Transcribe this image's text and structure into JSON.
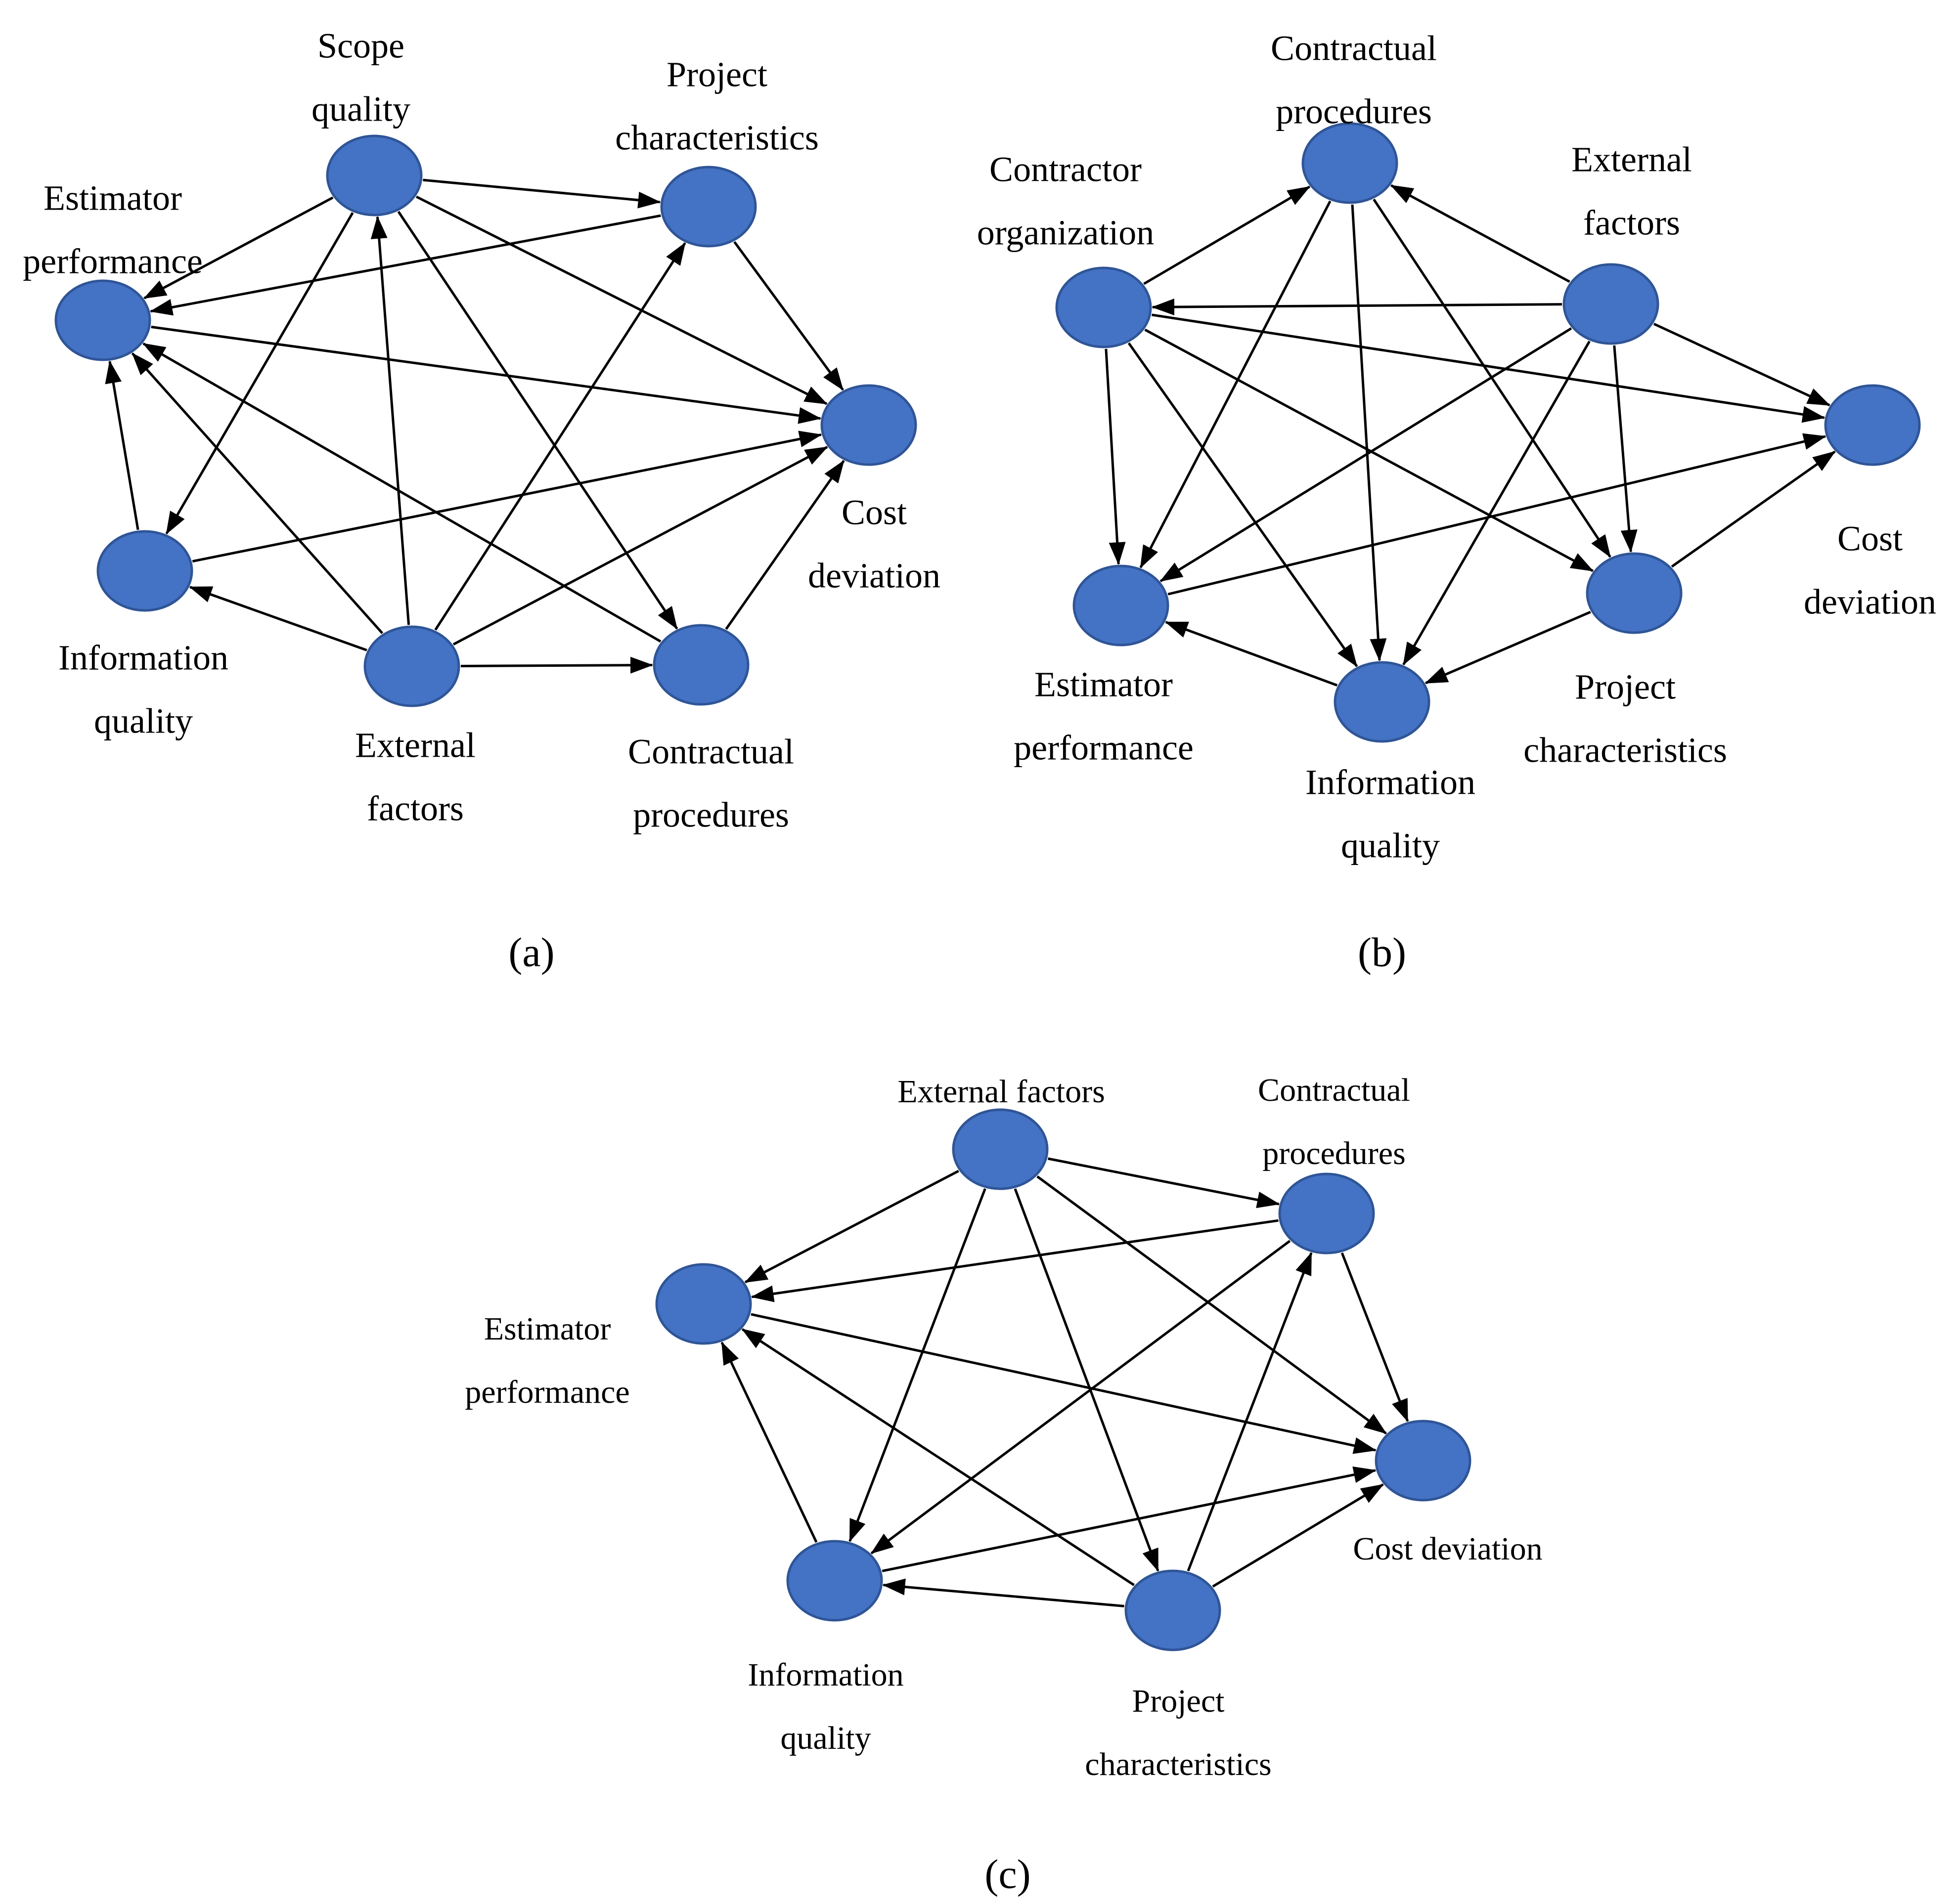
{
  "colors": {
    "node_fill": "#4472C4",
    "node_stroke": "#2F5597",
    "edge": "#000000"
  },
  "panels": [
    {
      "caption": "(a)",
      "nodes": [
        {
          "id": "scope",
          "label": [
            "Scope",
            "quality"
          ]
        },
        {
          "id": "proj",
          "label": [
            "Project",
            "characteristics"
          ]
        },
        {
          "id": "est",
          "label": [
            "Estimator",
            "performance"
          ]
        },
        {
          "id": "cost",
          "label": [
            "Cost",
            "deviation"
          ]
        },
        {
          "id": "info",
          "label": [
            "Information",
            "quality"
          ]
        },
        {
          "id": "ext",
          "label": [
            "External",
            "factors"
          ]
        },
        {
          "id": "contr",
          "label": [
            "Contractual",
            "procedures"
          ]
        }
      ],
      "edges": [
        [
          "scope",
          "proj"
        ],
        [
          "scope",
          "est"
        ],
        [
          "scope",
          "info"
        ],
        [
          "scope",
          "cost"
        ],
        [
          "scope",
          "contr"
        ],
        [
          "proj",
          "est"
        ],
        [
          "proj",
          "cost"
        ],
        [
          "est",
          "cost"
        ],
        [
          "info",
          "est"
        ],
        [
          "info",
          "cost"
        ],
        [
          "ext",
          "scope"
        ],
        [
          "ext",
          "proj"
        ],
        [
          "ext",
          "est"
        ],
        [
          "ext",
          "info"
        ],
        [
          "ext",
          "contr"
        ],
        [
          "ext",
          "cost"
        ],
        [
          "contr",
          "est"
        ],
        [
          "contr",
          "cost"
        ]
      ]
    },
    {
      "caption": "(b)",
      "nodes": [
        {
          "id": "contr",
          "label": [
            "Contractual",
            "procedures"
          ]
        },
        {
          "id": "org",
          "label": [
            "Contractor",
            "organization"
          ]
        },
        {
          "id": "ext",
          "label": [
            "External",
            "factors"
          ]
        },
        {
          "id": "cost",
          "label": [
            "Cost",
            "deviation"
          ]
        },
        {
          "id": "est",
          "label": [
            "Estimator",
            "performance"
          ]
        },
        {
          "id": "proj",
          "label": [
            "Project",
            "characteristics"
          ]
        },
        {
          "id": "info",
          "label": [
            "Information",
            "quality"
          ]
        }
      ],
      "edges": [
        [
          "org",
          "contr"
        ],
        [
          "org",
          "est"
        ],
        [
          "org",
          "info"
        ],
        [
          "org",
          "proj"
        ],
        [
          "org",
          "cost"
        ],
        [
          "contr",
          "est"
        ],
        [
          "contr",
          "info"
        ],
        [
          "contr",
          "proj"
        ],
        [
          "ext",
          "contr"
        ],
        [
          "ext",
          "org"
        ],
        [
          "ext",
          "cost"
        ],
        [
          "ext",
          "est"
        ],
        [
          "ext",
          "info"
        ],
        [
          "ext",
          "proj"
        ],
        [
          "est",
          "cost"
        ],
        [
          "proj",
          "cost"
        ],
        [
          "proj",
          "info"
        ],
        [
          "info",
          "est"
        ]
      ]
    },
    {
      "caption": "(c)",
      "nodes": [
        {
          "id": "ext",
          "label": [
            "External factors"
          ]
        },
        {
          "id": "contr",
          "label": [
            "Contractual",
            "procedures"
          ]
        },
        {
          "id": "est",
          "label": [
            "Estimator",
            "performance"
          ]
        },
        {
          "id": "cost",
          "label": [
            "Cost deviation"
          ]
        },
        {
          "id": "info",
          "label": [
            "Information",
            "quality"
          ]
        },
        {
          "id": "proj",
          "label": [
            "Project",
            "characteristics"
          ]
        }
      ],
      "edges": [
        [
          "ext",
          "contr"
        ],
        [
          "ext",
          "est"
        ],
        [
          "ext",
          "info"
        ],
        [
          "ext",
          "proj"
        ],
        [
          "ext",
          "cost"
        ],
        [
          "contr",
          "est"
        ],
        [
          "contr",
          "info"
        ],
        [
          "contr",
          "cost"
        ],
        [
          "est",
          "cost"
        ],
        [
          "info",
          "est"
        ],
        [
          "info",
          "cost"
        ],
        [
          "proj",
          "est"
        ],
        [
          "proj",
          "info"
        ],
        [
          "proj",
          "contr"
        ],
        [
          "proj",
          "cost"
        ]
      ]
    }
  ]
}
